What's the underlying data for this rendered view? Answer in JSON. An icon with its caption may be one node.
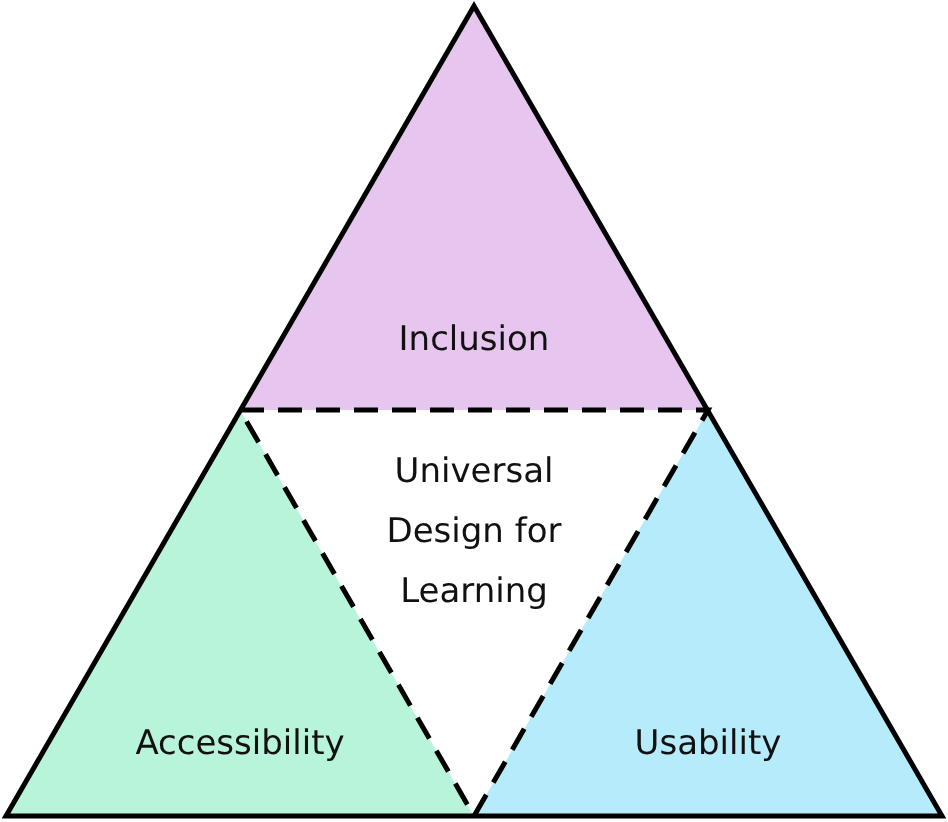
{
  "diagram": {
    "nodes": [
      {
        "text": [
          "Inclusion"
        ]
      },
      {
        "text": [
          "Universal Design for Learning"
        ]
      },
      {
        "text": [
          "Accessibility"
        ]
      },
      {
        "text": [
          "Usability"
        ]
      }
    ],
    "edges": []
  }
}
